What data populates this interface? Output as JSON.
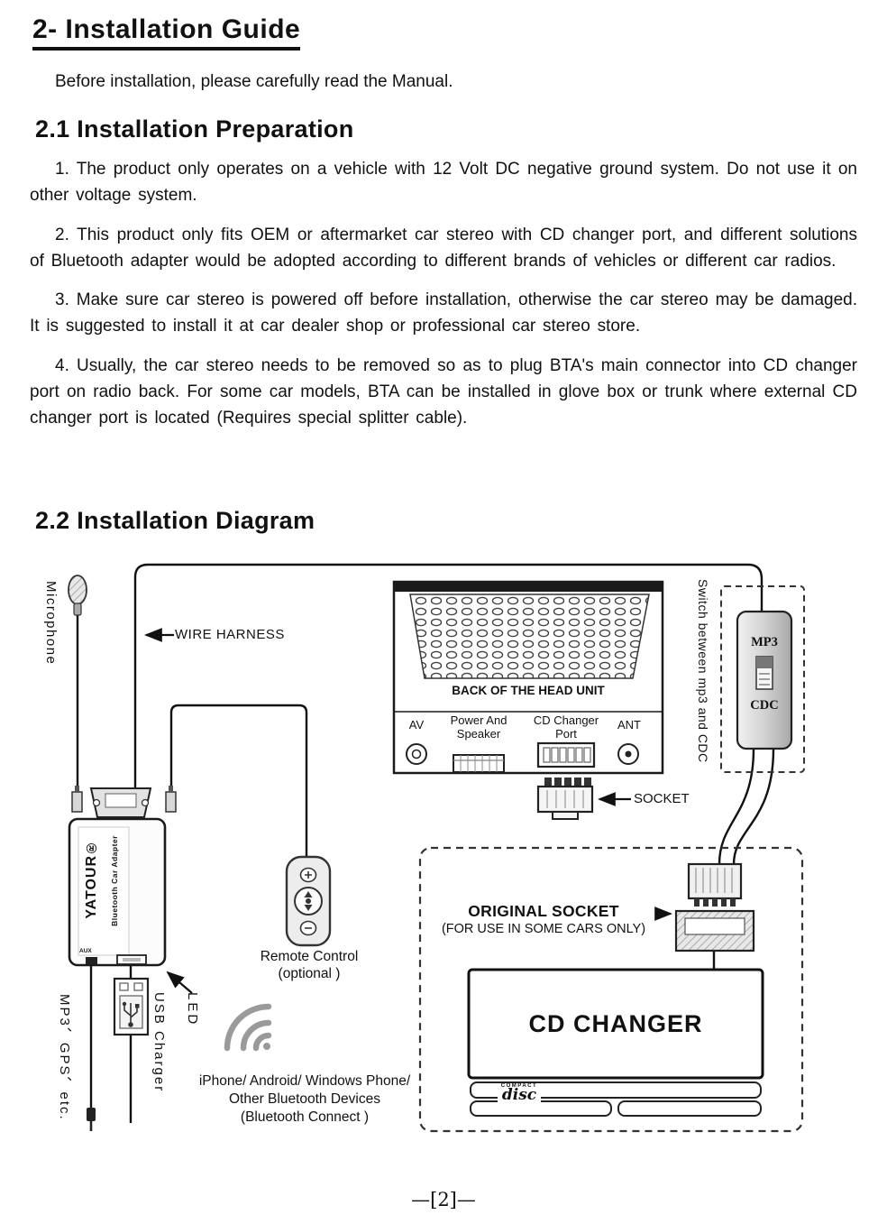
{
  "document": {
    "title": "2- Installation Guide",
    "intro": "Before installation, please carefully read the Manual.",
    "sections": [
      {
        "heading": "2.1 Installation Preparation",
        "paragraphs": [
          "1. The product only operates on a vehicle with 12 Volt DC negative ground system. Do not use it on other voltage system.",
          "2. This product only fits OEM or aftermarket car stereo with CD changer port, and different solutions of Bluetooth adapter would be adopted according to different brands of vehicles or different car radios.",
          "3. Make sure car stereo is powered off before installation, otherwise the car stereo may be damaged. It is suggested to install it at car dealer shop or professional car stereo store.",
          "4. Usually, the car stereo needs to be removed so as to plug BTA's main connector into CD changer port on radio back. For some car models, BTA can be installed in glove box or trunk where external CD changer port is located (Requires special splitter cable)."
        ]
      },
      {
        "heading": "2.2 Installation Diagram"
      }
    ],
    "page_number": "—[2]—"
  },
  "diagram": {
    "microphone_label": "Microphone",
    "wire_harness_label": "WIRE HARNESS",
    "head_unit_label": "BACK OF THE HEAD UNIT",
    "av_label": "AV",
    "power_speaker_label": "Power And Speaker",
    "cd_changer_port_label": "CD Changer Port",
    "ant_label": "ANT",
    "switch_label": "Switch between mp3 and CDC",
    "mp3_label": "MP3",
    "cdc_label": "CDC",
    "socket_label": "SOCKET",
    "device_brand": "YATOUR®",
    "device_sub": "Bluetooth Car Adapter",
    "aux_label": "AUX",
    "remote_label": "Remote Control",
    "remote_note": "(optional )",
    "led_label": "LED",
    "usb_charger_label": "USB Charger",
    "mp3_gps_label": "MP3、GPS、etc.",
    "bt_line1": "iPhone/ Android/ Windows Phone/",
    "bt_line2": "Other Bluetooth Devices",
    "bt_line3": "(Bluetooth Connect )",
    "original_socket_label": "ORIGINAL SOCKET",
    "original_socket_note": "(FOR USE IN SOME CARS ONLY)",
    "cd_changer_label": "CD CHANGER",
    "disc_logo_top": "COMPACT",
    "disc_logo_text": "disc"
  }
}
